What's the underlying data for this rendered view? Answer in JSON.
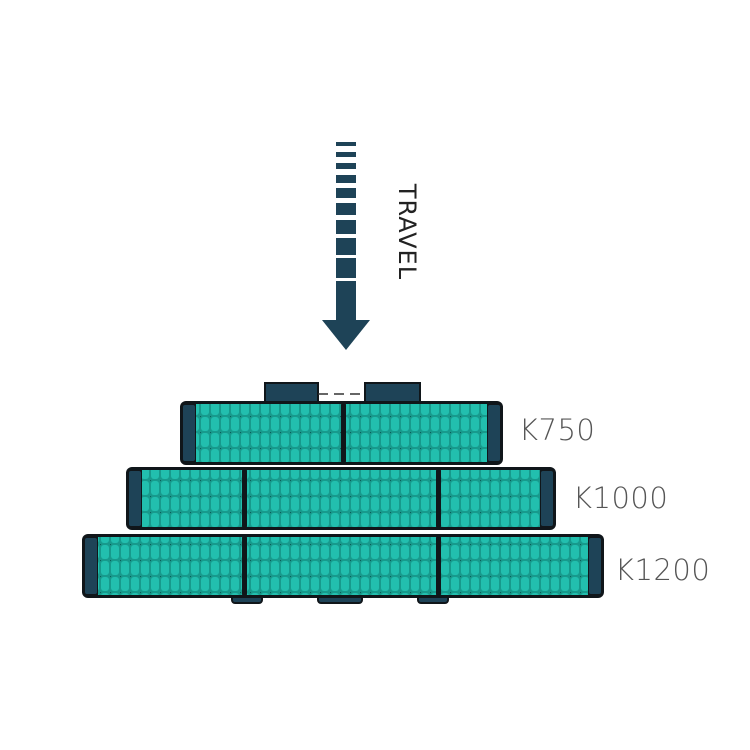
{
  "arrow": {
    "label": "TRAVEL"
  },
  "tiers": [
    {
      "label": "K750"
    },
    {
      "label": "K1000"
    },
    {
      "label": "K1200"
    }
  ],
  "colors": {
    "teal": "#1fb3a3",
    "dark": "#1e4357",
    "outline": "#10161a",
    "label": "#555555"
  }
}
